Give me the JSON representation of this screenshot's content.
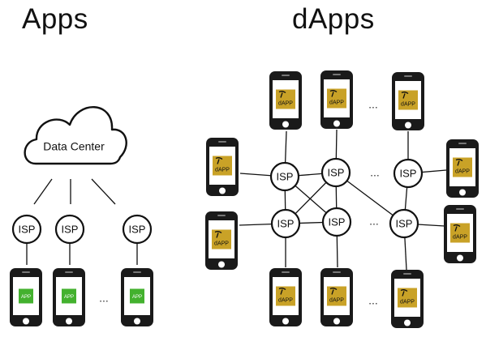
{
  "apps": {
    "title": "Apps",
    "data_center_label": "Data Center",
    "isp_label": "ISP",
    "app_label": "APP",
    "ellipsis": "..."
  },
  "dapps": {
    "title": "dApps",
    "isp_label": "ISP",
    "dapp_label": "dAPP",
    "ellipsis": "..."
  },
  "colors": {
    "app_screen": "#43b12e",
    "dapp_screen": "#c9a227",
    "phone_body": "#1a1a1a",
    "stroke": "#111111"
  },
  "icons": {
    "dapp_glyph": "pickaxe-icon"
  }
}
